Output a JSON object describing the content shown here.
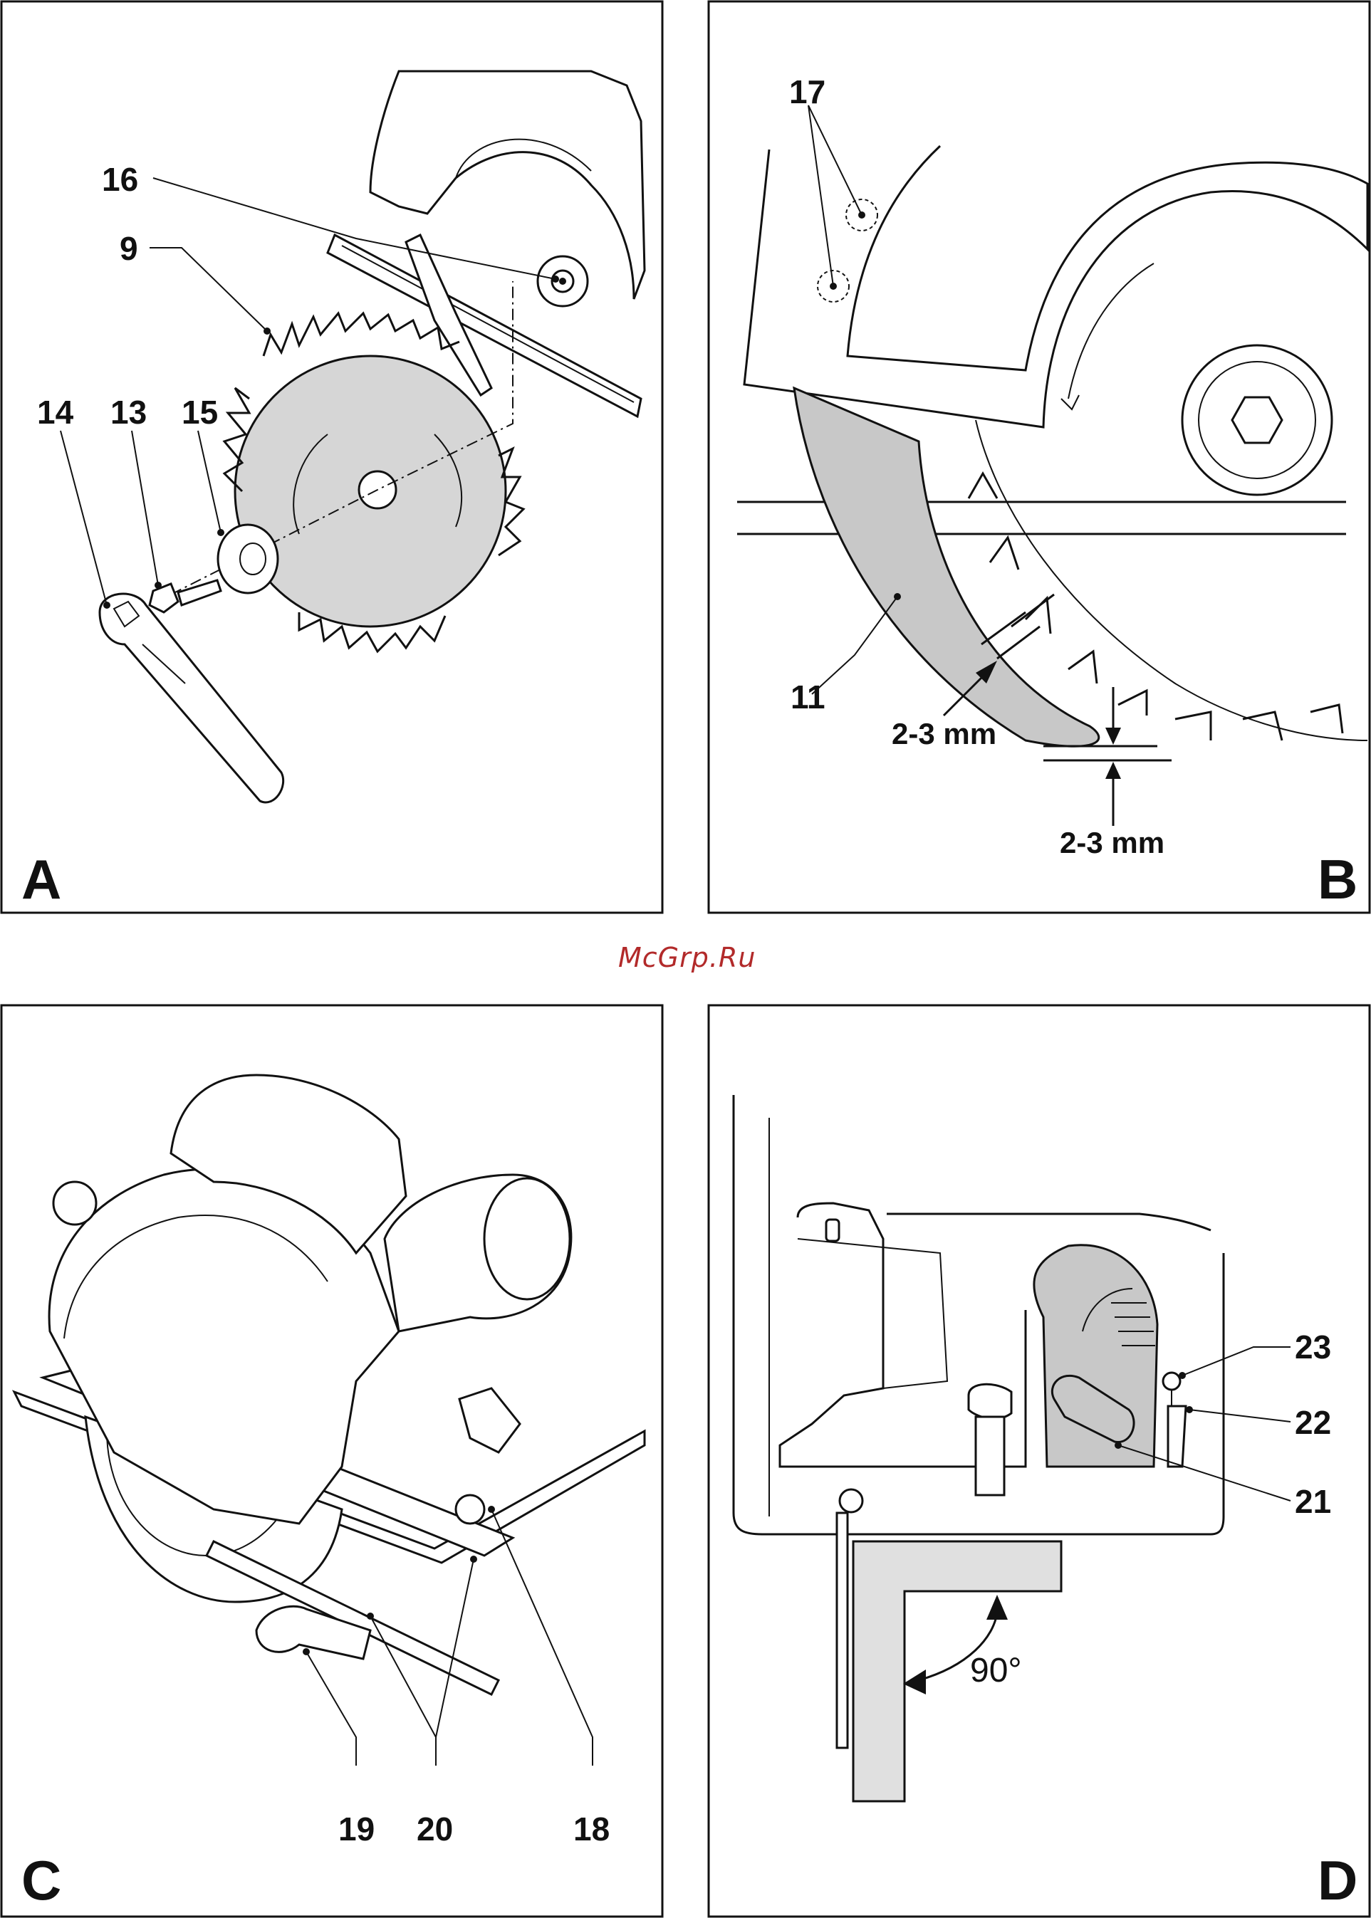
{
  "watermark": "McGrp.Ru",
  "panels": {
    "a": {
      "letter": "A",
      "labels": [
        "16",
        "9",
        "14",
        "13",
        "15"
      ]
    },
    "b": {
      "letter": "B",
      "labels": [
        "17",
        "11"
      ],
      "dim_top": "2-3 mm",
      "dim_bottom": "2-3 mm"
    },
    "c": {
      "letter": "C",
      "labels": [
        "19",
        "20",
        "18"
      ]
    },
    "d": {
      "letter": "D",
      "labels": [
        "23",
        "22",
        "21"
      ],
      "angle": "90°"
    }
  },
  "colors": {
    "ink": "#111111",
    "part_fill": "#c8c8c8",
    "watermark": "#b22a2a"
  }
}
